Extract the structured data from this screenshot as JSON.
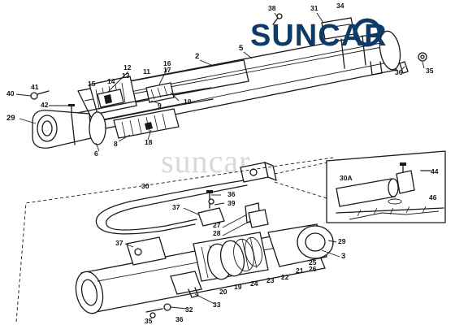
{
  "brand": {
    "logo_text": "SUNCAR",
    "logo_color": "#0d3a66",
    "watermark": "suncar"
  },
  "callouts": [
    {
      "id": "c38",
      "label": "38"
    },
    {
      "id": "c31",
      "label": "31"
    },
    {
      "id": "c34",
      "label": "34"
    },
    {
      "id": "c2",
      "label": "2"
    },
    {
      "id": "c5",
      "label": "5"
    },
    {
      "id": "c36a",
      "label": "36"
    },
    {
      "id": "c35",
      "label": "35"
    },
    {
      "id": "c12",
      "label": "12"
    },
    {
      "id": "c16",
      "label": "16"
    },
    {
      "id": "c13",
      "label": "13"
    },
    {
      "id": "c11",
      "label": "11"
    },
    {
      "id": "c17",
      "label": "17"
    },
    {
      "id": "c14",
      "label": "14"
    },
    {
      "id": "c15",
      "label": "15"
    },
    {
      "id": "c40",
      "label": "40"
    },
    {
      "id": "c41",
      "label": "41"
    },
    {
      "id": "c10",
      "label": "10"
    },
    {
      "id": "c9",
      "label": "9"
    },
    {
      "id": "c42",
      "label": "42"
    },
    {
      "id": "c29a",
      "label": "29"
    },
    {
      "id": "c8",
      "label": "8"
    },
    {
      "id": "c18",
      "label": "18"
    },
    {
      "id": "c6",
      "label": "6"
    },
    {
      "id": "c30",
      "label": "30"
    },
    {
      "id": "c30a",
      "label": "30A"
    },
    {
      "id": "c44",
      "label": "44"
    },
    {
      "id": "c46",
      "label": "46"
    },
    {
      "id": "c36b",
      "label": "36"
    },
    {
      "id": "c39",
      "label": "39"
    },
    {
      "id": "c37a",
      "label": "37"
    },
    {
      "id": "c27",
      "label": "27"
    },
    {
      "id": "c28",
      "label": "28"
    },
    {
      "id": "c29b",
      "label": "29"
    },
    {
      "id": "c37b",
      "label": "37"
    },
    {
      "id": "c3",
      "label": "3"
    },
    {
      "id": "c25",
      "label": "25"
    },
    {
      "id": "c26",
      "label": "26"
    },
    {
      "id": "c21",
      "label": "21"
    },
    {
      "id": "c22",
      "label": "22"
    },
    {
      "id": "c23",
      "label": "23"
    },
    {
      "id": "c24",
      "label": "24"
    },
    {
      "id": "c19",
      "label": "19"
    },
    {
      "id": "c20",
      "label": "20"
    },
    {
      "id": "c33",
      "label": "33"
    },
    {
      "id": "c32",
      "label": "32"
    },
    {
      "id": "c36c",
      "label": "36"
    },
    {
      "id": "c35b",
      "label": "35"
    }
  ]
}
